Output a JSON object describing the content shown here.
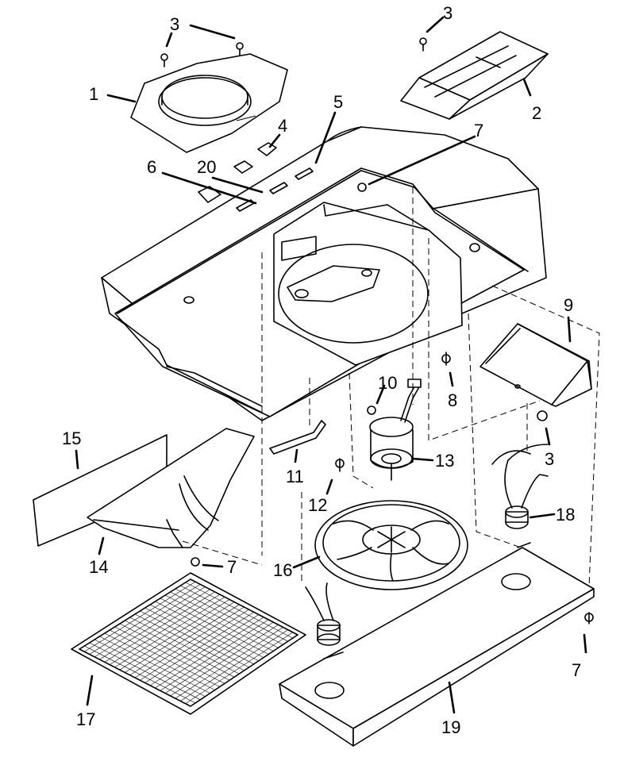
{
  "callouts": {
    "c1": "1",
    "c2": "2",
    "c3a": "3",
    "c3b": "3",
    "c3c": "3",
    "c4": "4",
    "c5": "5",
    "c6": "6",
    "c7a": "7",
    "c7b": "7",
    "c7c": "7",
    "c8": "8",
    "c9": "9",
    "c10": "10",
    "c11": "11",
    "c12": "12",
    "c13": "13",
    "c14": "14",
    "c15": "15",
    "c16": "16",
    "c17": "17",
    "c18": "18",
    "c19": "19",
    "c20": "20"
  }
}
